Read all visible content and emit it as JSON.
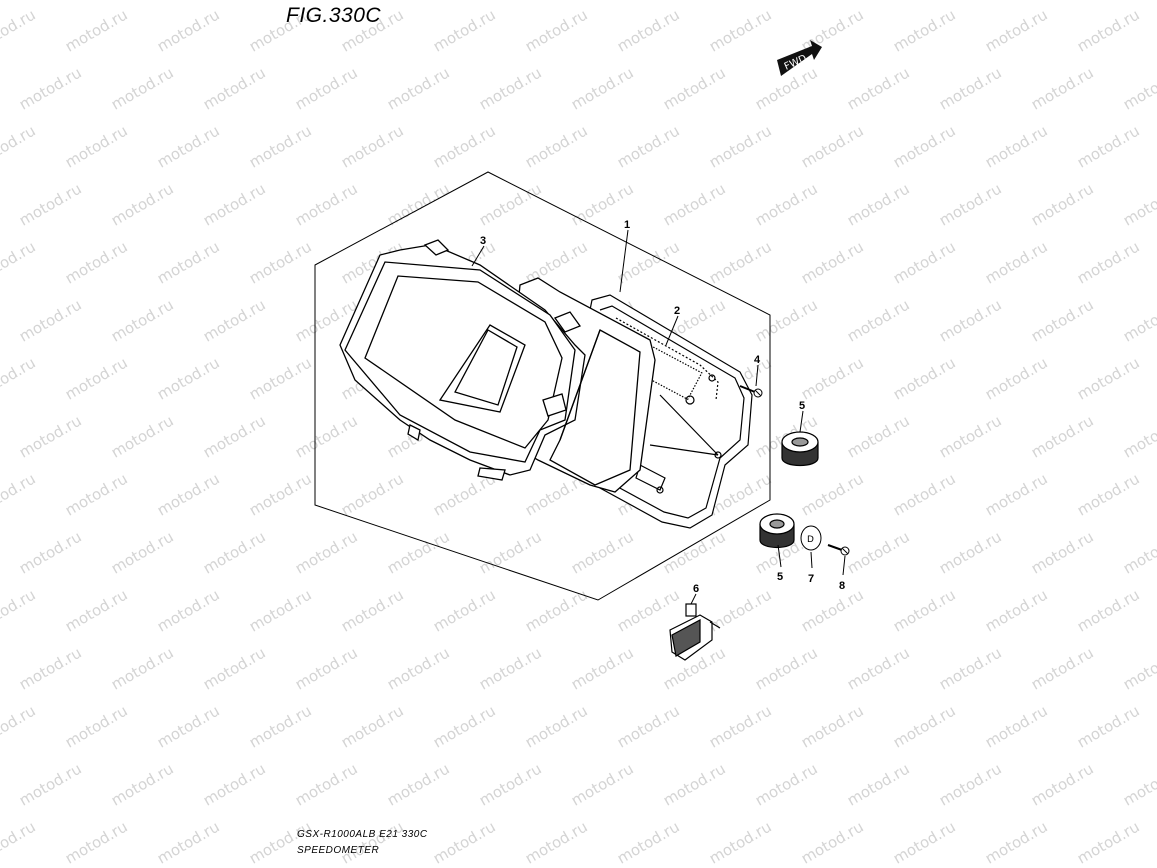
{
  "figure": {
    "title": "FIG.330C",
    "fwd_label": "FWD"
  },
  "watermark": {
    "text": "motod.ru"
  },
  "callouts": [
    {
      "id": "1",
      "label": "1"
    },
    {
      "id": "2",
      "label": "2"
    },
    {
      "id": "3",
      "label": "3"
    },
    {
      "id": "4",
      "label": "4"
    },
    {
      "id": "5a",
      "label": "5"
    },
    {
      "id": "5b",
      "label": "5"
    },
    {
      "id": "6",
      "label": "6"
    },
    {
      "id": "7",
      "label": "7"
    },
    {
      "id": "8",
      "label": "8"
    }
  ],
  "part_marks": {
    "washer_letter": "D"
  },
  "footer": {
    "model_code": "GSX-R1000ALB  E21  330C",
    "section_name": "SPEEDOMETER"
  }
}
